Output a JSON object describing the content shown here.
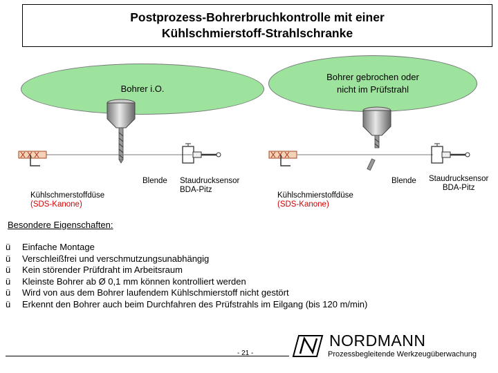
{
  "title": {
    "line1": "Postprozess-Bohrerbruchkontrolle mit einer",
    "line2": "Kühlschmierstoff-Strahlschranke"
  },
  "bubble_left": "Bohrer i.O.",
  "bubble_right": {
    "line1": "Bohrer gebrochen oder",
    "line2": "nicht im Prüfstrahl"
  },
  "diagram_left": {
    "blende": "Blende",
    "sensor_line1": "Staudrucksensor",
    "sensor_line2": "BDA-Pitz",
    "nozzle_line1": "Kühlschmerstoffdüse",
    "nozzle_line2": "(SDS-Kanone)"
  },
  "diagram_right": {
    "blende": "Blende",
    "sensor_line1": "Staudrucksensor",
    "sensor_line2": "BDA-Pitz",
    "nozzle_line1": "Kühlschmierstoffdüse",
    "nozzle_line2": "(SDS-Kanone)"
  },
  "section_heading": "Besondere Eigenschaften:",
  "check_glyph": "ü",
  "properties": [
    "Einfache Montage",
    "Verschleißfrei und verschmutzungsunabhängig",
    "Kein störender Prüfdraht im Arbeitsraum",
    "Kleinste Bohrer ab Ø 0,1 mm können kontrolliert werden",
    "Wird von aus dem Bohrer laufendem Kühlschmierstoff nicht gestört",
    "Erkennt den Bohrer auch beim Durchfahren des Prüfstrahls im Eilgang (bis 120 m/min)"
  ],
  "footer": {
    "page": "- 21 -",
    "brand": "NORDMANN",
    "tagline": "Prozessbegleitende Werkzeugüberwachung"
  },
  "colors": {
    "bubble": "#9de39d",
    "highlight": "#d10000"
  }
}
